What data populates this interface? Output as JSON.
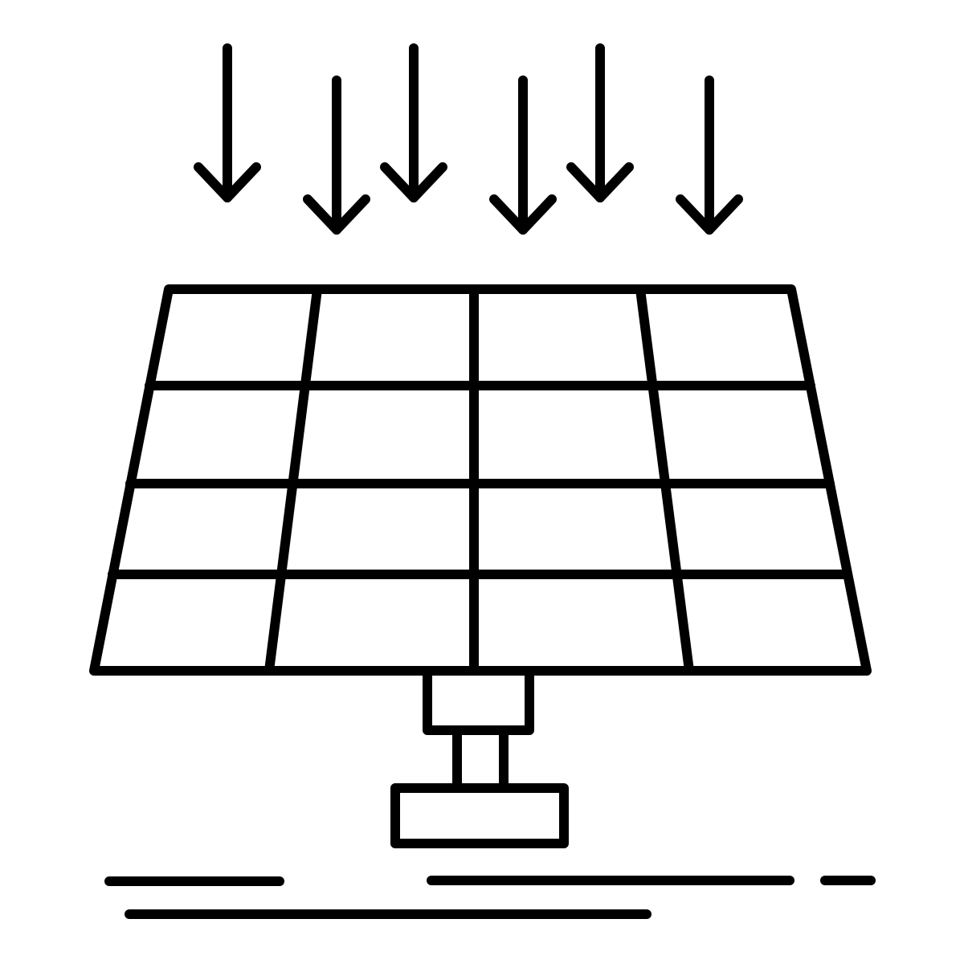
{
  "illustration": {
    "icon": "solar-panel-icon",
    "subject": "solar-panel",
    "sunlight_arrow_count": 6,
    "panel_cell_rows": 4,
    "panel_cell_columns": 4,
    "ground_line_count": 4
  },
  "colors": {
    "background": "#ffffff",
    "line": "#000000"
  }
}
